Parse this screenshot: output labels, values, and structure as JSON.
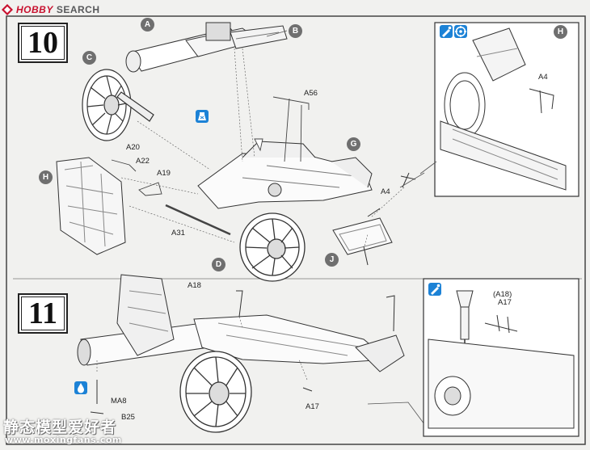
{
  "header": {
    "brand_hobby": "HOBBY",
    "brand_search": "SEARCH"
  },
  "steps": [
    {
      "number": "10"
    },
    {
      "number": "11"
    }
  ],
  "part_circles": {
    "A": "A",
    "B": "B",
    "C": "C",
    "D": "D",
    "G": "G",
    "H": "H",
    "J": "J",
    "H_inset": "H"
  },
  "part_labels": {
    "A56": "A56",
    "A20": "A20",
    "A22": "A22",
    "A19": "A19",
    "A31": "A31",
    "A4_left": "A4",
    "A4_inset": "A4",
    "A18": "A18",
    "A17_bottom": "A17",
    "A18_paren": "(A18)",
    "A17_inset": "A17",
    "MA8": "MA8",
    "B25": "B25"
  },
  "watermark": {
    "line1": "静态模型爱好者",
    "line2": "www.moxingfans.com"
  },
  "icons": {
    "glue": "glue-icon",
    "paint": "paint-icon",
    "drill": "drill-icon",
    "cement_drop": "cement-drop-icon"
  },
  "colors": {
    "accent_blue": "#1c82d6",
    "brand_red": "#c8102e",
    "circle_gray": "#6f6f6f"
  }
}
